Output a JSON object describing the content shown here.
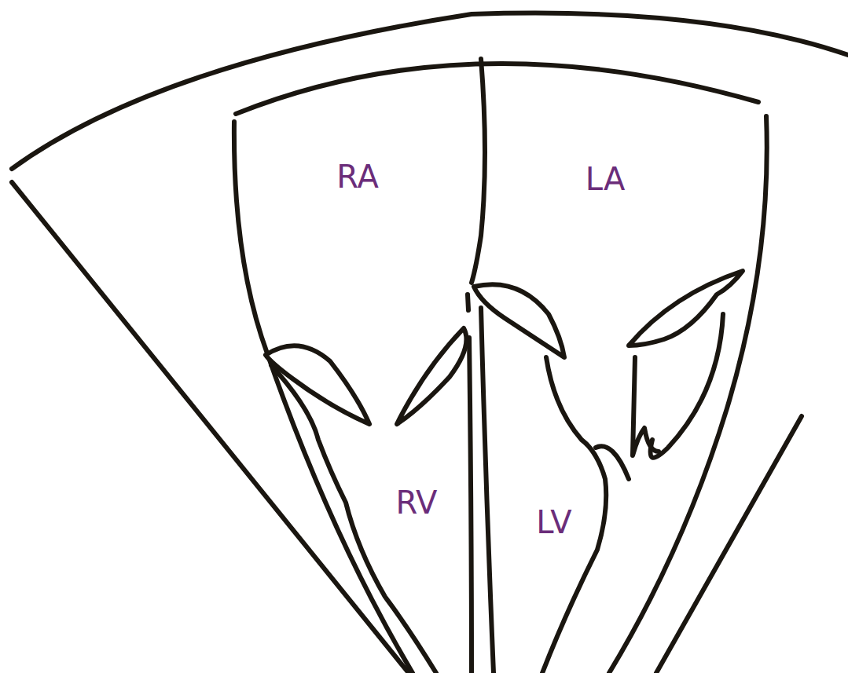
{
  "diagram": {
    "labels": [
      "RA",
      "LA",
      "RV",
      "LV"
    ]
  }
}
